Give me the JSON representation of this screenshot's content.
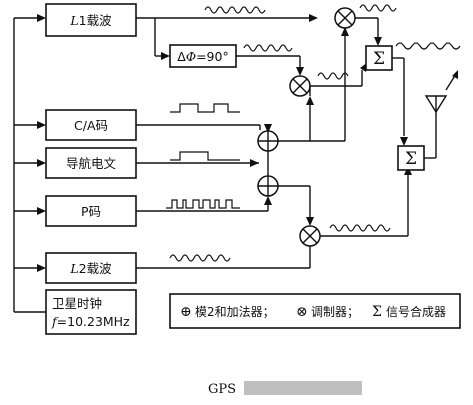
{
  "blocks": {
    "l1_carrier": {
      "var": "L",
      "suffix": "1载波"
    },
    "phase_shift": {
      "prefix": "Δ",
      "var": "Φ",
      "suffix": "=90°"
    },
    "ca_code": "C/A码",
    "nav_message": "导航电文",
    "p_code": "P码",
    "l2_carrier": {
      "var": "L",
      "suffix": "2载波"
    },
    "clock": {
      "line1": "卫星时钟",
      "var": "f",
      "suffix": "=10.23MHz"
    }
  },
  "symbols": {
    "mod2_adder": "⊕",
    "modulator": "⊗",
    "combiner": "Σ"
  },
  "legend": {
    "mod2_adder": "模2和加法器；",
    "modulator": "调制器；",
    "combiner": "信号合成器"
  },
  "caption": "GPS"
}
